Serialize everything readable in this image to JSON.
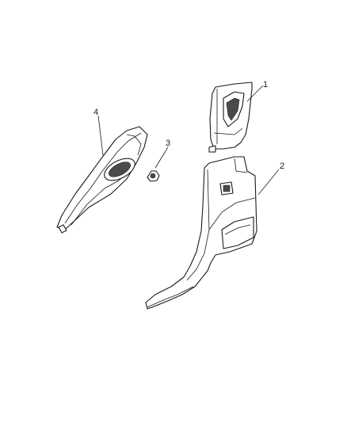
{
  "callouts": {
    "part1": "1",
    "part2": "2",
    "part3": "3",
    "part4": "4"
  },
  "colors": {
    "line": "#1a1a1a",
    "background": "#ffffff"
  }
}
